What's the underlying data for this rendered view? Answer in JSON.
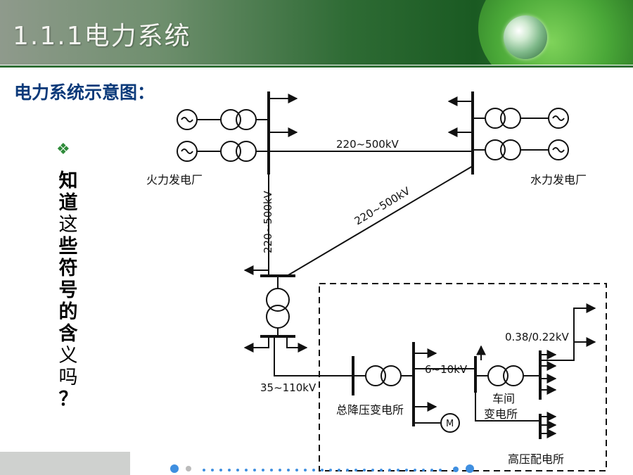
{
  "header": {
    "title": "1.1.1电力系统"
  },
  "subtitle": "电力系统示意图：",
  "side": {
    "bullet": "❖",
    "chars": [
      {
        "c": "知",
        "bold": true
      },
      {
        "c": "道",
        "bold": true
      },
      {
        "c": "这",
        "bold": false
      },
      {
        "c": "些",
        "bold": true
      },
      {
        "c": "符",
        "bold": true
      },
      {
        "c": "号",
        "bold": true
      },
      {
        "c": "的",
        "bold": true
      },
      {
        "c": "含",
        "bold": true
      },
      {
        "c": "义",
        "bold": false
      },
      {
        "c": "吗",
        "bold": false
      },
      {
        "c": "？",
        "bold": true
      }
    ]
  },
  "diagram": {
    "thermal_plant": "火力发电厂",
    "hydro_plant": "水力发电厂",
    "line_top": "220~500kV",
    "line_vertical": "220~500kV",
    "line_diagonal": "220~500kV",
    "voltage_35_110": "35~110kV",
    "voltage_6_10": "6~10kV",
    "voltage_038": "0.38/0.22kV",
    "main_substation": "总降压变电所",
    "workshop_line1": "车间",
    "workshop_line2": "变电所",
    "hv_distribution": "高压配电所",
    "motor": "M"
  },
  "colors": {
    "title": "#f4f4f0",
    "subtitle": "#0b3a7a",
    "bullet": "#2e8b3a",
    "header_dark": "#1a5a22"
  }
}
